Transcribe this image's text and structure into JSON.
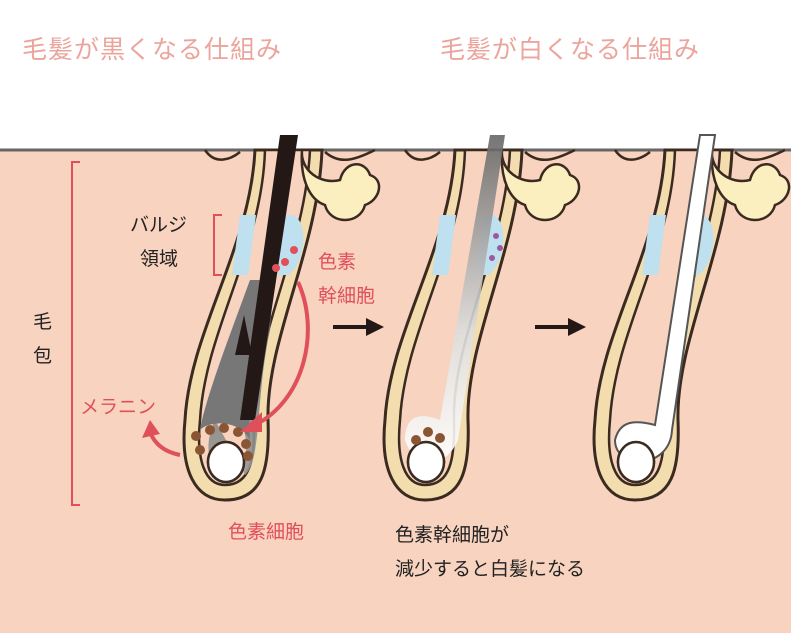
{
  "titles": {
    "black": "毛髪が黒くなる仕組み",
    "white": "毛髪が白くなる仕組み"
  },
  "labels": {
    "bulge_line1": "バルジ",
    "bulge_line2": "領域",
    "follicle_line1": "毛",
    "follicle_line2": "包",
    "stem_line1": "色素",
    "stem_line2": "幹細胞",
    "melanin": "メラニン",
    "melanocyte": "色素細胞",
    "caption_line1": "色素幹細胞が",
    "caption_line2": "減少すると白髪になる"
  },
  "colors": {
    "skin": "#f8d3bf",
    "sheath": "#f3dcae",
    "bulge": "#bfe0ee",
    "accent": "#e0505a",
    "melanin": "#8a5533",
    "title": "#eba59c"
  }
}
